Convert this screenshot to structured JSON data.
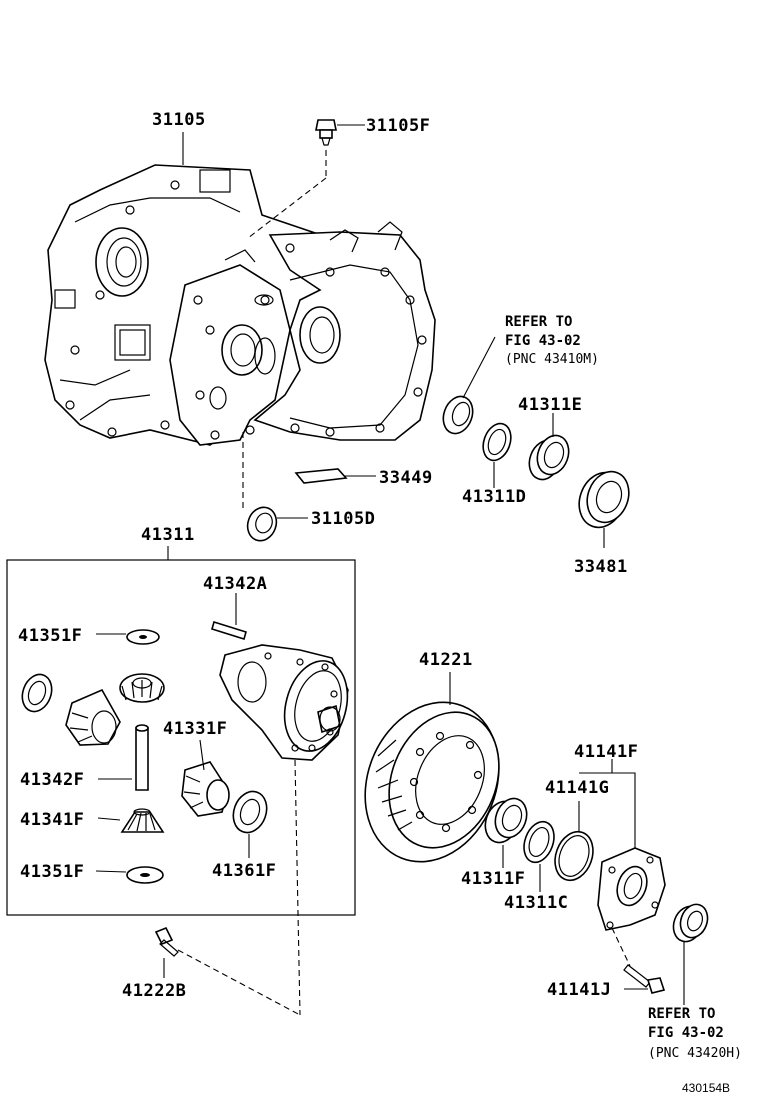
{
  "labels": {
    "p31105": "31105",
    "p31105F": "31105F",
    "p41311E": "41311E",
    "p33449": "33449",
    "p41311D": "41311D",
    "p31105D": "31105D",
    "p33481": "33481",
    "p41311": "41311",
    "p41342A": "41342A",
    "p41351F_top": "41351F",
    "p41331F": "41331F",
    "p41342F": "41342F",
    "p41341F": "41341F",
    "p41351F_bot": "41351F",
    "p41361F": "41361F",
    "p41221": "41221",
    "p41141F": "41141F",
    "p41141G": "41141G",
    "p41311F": "41311F",
    "p41311C": "41311C",
    "p41222B": "41222B",
    "p41141J": "41141J"
  },
  "references": {
    "ref1": {
      "line1": "REFER TO",
      "line2": "FIG 43-02",
      "line3": "(PNC 43410M)"
    },
    "ref2": {
      "line1": "REFER TO",
      "line2": "FIG 43-02",
      "line3": "(PNC 43420H)"
    }
  },
  "figure_id": "430154B"
}
